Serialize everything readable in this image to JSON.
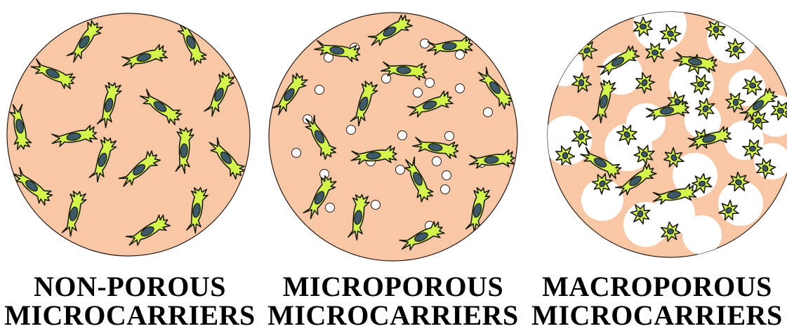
{
  "panels": [
    {
      "type": "non-porous",
      "line1": "NON-POROUS",
      "line2": "MICROCARRIERS"
    },
    {
      "type": "microporous",
      "line1": "MICROPOROUS",
      "line2": "MICROCARRIERS"
    },
    {
      "type": "macroporous",
      "line1": "MACROPOROUS",
      "line2": "MICROCARRIERS"
    }
  ],
  "colors": {
    "carrier": "#f8c8a6",
    "outline": "#2a1a14",
    "cell_body": "#d4f54a",
    "nucleus": "#3e5a68",
    "pore": "#ffffff"
  }
}
